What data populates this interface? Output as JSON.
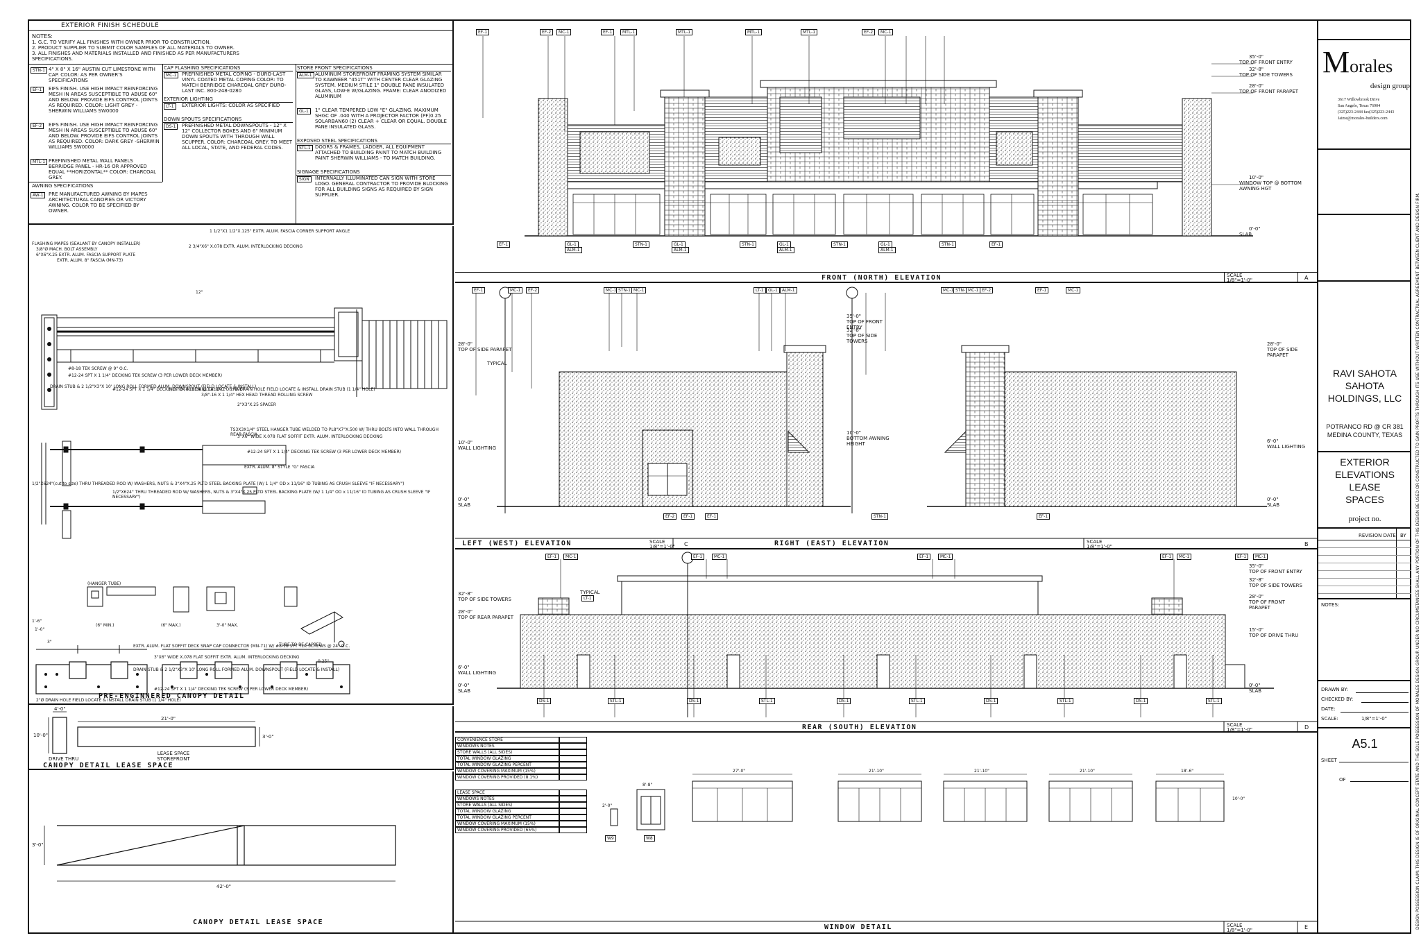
{
  "schedule": {
    "title": "EXTERIOR FINISH SCHEDULE",
    "notes_label": "NOTES:",
    "notes": [
      "1.  G.C. TO VERIFY ALL FINISHES WITH OWNER PRIOR TO CONSTRUCTION.",
      "2.  PRODUCT SUPPLIER TO SUBMIT COLOR SAMPLES OF ALL MATERIALS TO OWNER.",
      "3.  ALL FINISHES AND MATERIALS INSTALLED AND FINISHED AS PER MANUFACTURERS SPECIFICATIONS."
    ],
    "left_items": [
      {
        "code": "STN-1",
        "text": "4\" X 8\" X 16\" AUSTIN CUT LIMESTONE WITH CAP. COLOR: AS PER OWNER'S SPECIFICATIONS"
      },
      {
        "code": "EF-1",
        "text": "EIFS FINISH. USE HIGH IMPACT REINFORCING MESH IN AREAS SUSCEPTIBLE TO ABUSE 60\" AND BELOW. PROVIDE EIFS CONTROL JOINTS AS REQUIRED. COLOR: LIGHT GREY -SHERWIN WILLIAMS SW0000"
      },
      {
        "code": "EF-2",
        "text": "EIFS FINISH. USE HIGH IMPACT REINFORCING MESH IN AREAS SUSCEPTIBLE TO ABUSE 60\" AND BELOW. PROVIDE EIFS CONTROL JOINTS AS REQUIRED. COLOR: DARK GREY -SHERWIN WILLIAMS SW0000"
      },
      {
        "code": "MTL-1",
        "text": "PREFINISHED METAL WALL PANELS BERRIDGE PANEL - HR-16 OR APPROVED EQUAL **HORIZONTAL** COLOR: CHARCOAL GREY."
      }
    ],
    "awning_header": "AWNING SPECIFICATIONS",
    "awning_items": [
      {
        "code": "AW-1",
        "text": "PRE MANUFACTURED AWNING BY MAPES ARCHITECTURAL CANOPIES OR VICTORY AWNING. COLOR TO BE SPECIFIED BY OWNER."
      }
    ],
    "cap_header": "CAP FLASHING SPECIFICATIONS",
    "cap_items": [
      {
        "code": "MC-1",
        "text": "PREFINISHED METAL COPING - DURO-LAST VINYL COATED METAL COPING COLOR: TO MATCH BERRIDGE CHARCOAL GREY DURO-LAST INC. 800-248-0280"
      }
    ],
    "lighting_header": "EXTERIOR LIGHTING",
    "lighting_items": [
      {
        "code": "LT-1",
        "text": "EXTERIOR LIGHTS: COLOR AS SPECIFIED"
      }
    ],
    "downspout_header": "DOWN SPOUTS SPECIFICATIONS",
    "downspout_items": [
      {
        "code": "DS-1",
        "text": "PREFINISHED METAL DOWNSPOUTS - 12\" X 12\" COLLECTOR BOXES AND 6\" MINIMUM DOWN SPOUTS WITH THROUGH WALL SCUPPER. COLOR: CHARCOAL GREY. TO MEET ALL LOCAL, STATE, AND FEDERAL CODES."
      }
    ],
    "storefront_header": "STORE FRONT SPECIFICATIONS",
    "storefront_items": [
      {
        "code": "ALM-1",
        "text": "ALUMINUM STOREFRONT FRAMING SYSTEM SIMILAR TO KAWNEER \"451T\" WITH CENTER CLEAR GLAZING SYSTEM. MEDIUM STILE 1\" DOUBLE PANE INSULATED GLASS, LOW-E W/GLAZING. FRAME: CLEAR ANODIZED ALUMINUM"
      },
      {
        "code": "GL-1",
        "text": "1\" CLEAR TEMPERED LOW \"E\" GLAZING. MAXIMUM SHGC OF .040 WITH A PROJECTOR FACTOR (PF)0.25 SOLARBAN60 (2) CLEAR + CLEAR OR EQUAL. DOUBLE PANE INSULATED GLASS."
      }
    ],
    "steel_header": "EXPOSED STEEL SPECIFICATIONS",
    "steel_items": [
      {
        "code": "STL-1",
        "text": "DOORS & FRAMES, LADDER, ALL EQUIPMENT ATTACHED TO BUILDING PAINT TO MATCH BUILDING PAINT SHERWIN WILLIAMS - TO MATCH BUILDING."
      }
    ],
    "signage_header": "SIGNAGE SPECIFICATIONS",
    "signage_items": [
      {
        "code": "SIGN",
        "text": "INTERNALLY ILLUMINATED CAN SIGN WITH STORE LOGO. GENERAL CONTRACTOR TO PROVIDE BLOCKING FOR ALL BUILDING SIGNS AS REQUIRED BY SIGN SUPPLIER."
      }
    ]
  },
  "canopy_detail": {
    "title": "PRE-ENGINNERED CANOPY DETAIL",
    "callouts": [
      "FLASHING MAPES (SEALANT BY CANOPY INSTALLER)",
      "3/8\"Ø MACH. BOLT ASSEMBLY",
      "6\"X6\"X.25 EXTR. ALUM. FASCIA SUPPORT PLATE",
      "EXTR. ALUM. 8\" FASCIA (MN-73)",
      "1 1/2\"X1 1/2\"X.125\" EXTR. ALUM. FASCIA CORNER SUPPORT ANGLE",
      "2 3/4\"X6\" X.078 EXTR. ALUM. INTERLOCKING DECKING",
      "#8-18 TEK SCREW @ 9\" O.C.",
      "#12-24 SPT X 1 1/4\" DECKING TEK SCREW (3 PER LOWER DECK MEMBER)",
      "DRAIN STUB & 2 1/2\"X3\"X 10' LONG ROLL FORMED ALUM. DOWNSPOUT (FIELD LOCATE & INSTALL)",
      "#12-24 SPT X 1 1/4\" DECKING TEK SCREW @ 12\" O.C.",
      "3/16\"Ø (#11 DRILL) ALUM POP RIVET",
      "2\"Ø DRAIN HOLE FIELD LOCATE & INSTALL DRAIN STUB (1 1/4\" HOLE)",
      "3/8\"-16 X 1 1/4\" HEX HEAD THREAD ROLLING SCREW",
      "2\"X3\"X.25 SPACER",
      "TS3X3X1/4\" STEEL HANGER TUBE WELDED TO PL8\"X7\"X.500 W/ THRU BOLTS INTO WALL THROUGH REAR FASCIA",
      "3\"X6\" WIDE X.078 FLAT SOFFIT EXTR. ALUM. INTERLOCKING DECKING",
      "#12-24 SPT X 1 1/4\" DECKING TEK SCREW (3 PER LOWER DECK MEMBER)",
      "EXTR. ALUM. 8\" STYLE \"G\" FASCIA",
      "1/2\"X624\"(cut to size) THRU THREADED ROD W/ WASHERS, NUTS & 3\"X4\"X.25 PLTD STEEL BACKING PLATE (W/ 1 1/4\" OD x 11/16\" ID TUBING AS CRUSH SLEEVE \"IF NECESSARY\")",
      "1/2\"X624\" THRU THREADED ROD W/ WASHERS, NUTS & 3\"X4\"X.25 PLTD STEEL BACKING PLATE (W/ 1 1/4\" OD x 11/16\" ID TUBING AS CRUSH SLEEVE \"IF NECESSARY\")",
      "(HANGER TUBE)",
      "TUBE TO BE CAPPED",
      "EXTR. ALUM. FLAT SOFFIT DECK SNAP CAP CONNECTOR (MN-71) W/ #8-18 SPT TEK SCREWS @ 24\" O.C.",
      "DRAIN STUB & 2 1/2\"X3\"X 10' LONG ROLL FORMED ALUM. DOWNSPOUT (FIELD LOCATE & INSTALL)",
      "3\"X6\" WIDE X.078 FLAT SOFFIT EXTR. ALUM. INTERLOCKING DECKING",
      "#12-24 SPT X 1 1/4\" DECKING TEK SCREW (3 PER LOWER DECK MEMBER)",
      "2\"Ø DRAIN HOLE FIELD LOCATE & INSTALL DRAIN STUB (1 1/4\" HOLE)"
    ],
    "dims": [
      "1'-0\"",
      "(6\" MIN.)",
      "(6\" MAX.)",
      "3'-0\" MAX.",
      "3\"",
      "12\"",
      "1'-6\"",
      "0.25\""
    ]
  },
  "canopy_lease_1": {
    "title": "CANOPY DETAIL LEASE SPACE",
    "dims": [
      "4'-0\"",
      "21'-0\"",
      "10'-0\"",
      "3'-0\""
    ],
    "labels": [
      "DRIVE THRU",
      "LEASE SPACE STOREFRONT"
    ]
  },
  "canopy_lease_2": {
    "title": "CANOPY DETAIL LEASE SPACE",
    "dims": [
      "42'-0\"",
      "3'-0\""
    ]
  },
  "front": {
    "title": "FRONT (NORTH) ELEVATION",
    "scale_label": "SCALE",
    "scale": "1/8\"=1'-0\"",
    "letter": "A",
    "levels": [
      {
        "elev": "35'-0\"",
        "text": "TOP OF FRONT ENTRY"
      },
      {
        "elev": "32'-8\"",
        "text": "TOP OF SIDE TOWERS"
      },
      {
        "elev": "28'-0\"",
        "text": "TOP OF FRONT PARAPET"
      },
      {
        "elev": "10'-0\"",
        "text": "WINDOW TOP @ BOTTOM AWNING HGT"
      },
      {
        "elev": "0'-0\"",
        "text": "SLAB"
      }
    ],
    "top_tags": [
      "EF-1",
      "EF-2",
      "MC-1",
      "EF-1",
      "MTL-1",
      "MTL-1",
      "MTL-1",
      "MTL-1",
      "EF-2",
      "MC-1"
    ],
    "bottom_tags": [
      "EF-1",
      "GL-1",
      "ALM-1",
      "STN-1",
      "GL-1",
      "ALM-1",
      "STN-1",
      "GL-1",
      "ALM-1",
      "STN-1",
      "GL-1",
      "ALM-1",
      "STN-1",
      "EF-1"
    ]
  },
  "left": {
    "title": "LEFT (WEST) ELEVATION",
    "scale_label": "SCALE",
    "scale": "1/8\"=1'-0\"",
    "letter": "C",
    "levels": [
      {
        "elev": "28'-0\"",
        "text": "TOP OF SIDE PARAPET"
      },
      {
        "elev": "10'-0\"",
        "text": "WALL LIGHTING"
      },
      {
        "elev": "0'-0\"",
        "text": "SLAB"
      }
    ],
    "tags": [
      "EF-1",
      "MC-1",
      "EF-2",
      "MC-1",
      "STN-1",
      "MC-1",
      "LT-1",
      "GL-1",
      "ALM-1",
      "EF-2",
      "EF-1",
      "EF-1"
    ],
    "typical": "TYPICAL"
  },
  "right": {
    "title": "RIGHT (EAST) ELEVATION",
    "scale_label": "SCALE",
    "scale": "1/8\"=1'-0\"",
    "letter": "B",
    "levels": [
      {
        "elev": "35'-0\"",
        "text": "TOP OF FRONT ENTRY"
      },
      {
        "elev": "32'-8\"",
        "text": "TOP OF SIDE TOWERS"
      },
      {
        "elev": "28'-0\"",
        "text": "TOP OF SIDE PARAPET"
      },
      {
        "elev": "10'-0\"",
        "text": "BOTTOM AWNING HEIGHT"
      },
      {
        "elev": "6'-0\"",
        "text": "WALL LIGHTING"
      },
      {
        "elev": "0'-0\"",
        "text": "SLAB"
      }
    ],
    "tags": [
      "MC-1",
      "STN-1",
      "MC-1",
      "EF-2",
      "EF-1",
      "MC-1",
      "STN-1",
      "EF-1"
    ]
  },
  "rear": {
    "title": "REAR (SOUTH) ELEVATION",
    "scale_label": "SCALE",
    "scale": "1/8\"=1'-0\"",
    "letter": "D",
    "levels_left": [
      {
        "elev": "32'-8\"",
        "text": "TOP OF SIDE TOWERS"
      },
      {
        "elev": "28'-0\"",
        "text": "TOP OF REAR PARAPET"
      },
      {
        "elev": "6'-0\"",
        "text": "WALL LIGHTING"
      },
      {
        "elev": "0'-0\"",
        "text": "SLAB"
      }
    ],
    "levels_right": [
      {
        "elev": "35'-0\"",
        "text": "TOP OF FRONT ENTRY"
      },
      {
        "elev": "32'-8\"",
        "text": "TOP OF SIDE TOWERS"
      },
      {
        "elev": "28'-0\"",
        "text": "TOP OF FRONT PARAPET"
      },
      {
        "elev": "15'-0\"",
        "text": "TOP OF DRIVE THRU"
      },
      {
        "elev": "0'-0\"",
        "text": "SLAB"
      }
    ],
    "top_tags": [
      "EF-1",
      "MC-1",
      "EF-1",
      "MC-1",
      "EF-1",
      "MC-1",
      "EF-1",
      "MC-1",
      "EF-1",
      "MC-1"
    ],
    "bottom_tags": [
      "DS-1",
      "STL-1",
      "DS-1",
      "STL-1",
      "DS-1",
      "STL-1",
      "DS-1",
      "STL-1",
      "DS-1",
      "STL-1"
    ],
    "typical": "TYPICAL",
    "typical_tag": "LT-1"
  },
  "window_detail": {
    "title": "WINDOW DETAIL",
    "scale_label": "SCALE",
    "scale": "1/8\"=1'-0\"",
    "letter": "E",
    "tables": [
      {
        "rows": [
          "CONVENIENCE STORE",
          "WINDOWS NOTES",
          "STORE WALLS (ALL SIDES)",
          "TOTAL WINDOW GLAZING",
          "TOTAL WINDOW GLAZING PERCENT",
          "WINDOW COVERING MAXIMUM (15%)",
          "WINDOW COVERING PROVIDED (8.1%)"
        ]
      },
      {
        "rows": [
          "LEASE SPACE",
          "WINDOWS NOTES",
          "STORE WALLS (ALL SIDES)",
          "TOTAL WINDOW GLAZING",
          "TOTAL WINDOW GLAZING PERCENT",
          "WINDOW COVERING MAXIMUM (15%)",
          "WINDOW COVERING PROVIDED (65%)"
        ]
      }
    ],
    "types": [
      "W9",
      "W8"
    ],
    "dims": [
      "27'-0\"",
      "21'-10\"",
      "21'-10\"",
      "21'-10\"",
      "18'-6\"",
      "2'-0\"",
      "8'-8\"",
      "10'-0\""
    ]
  },
  "title_block": {
    "firm_logo_letter": "M",
    "firm_logo_rest": "orales",
    "firm_sub": "design group",
    "firm_addr": [
      "3617 Willowbrook Drive",
      "San Angelo, Texas 76904",
      "(325)223-2444     fax(325)223-2443",
      "Jaime@morales-builders.com"
    ],
    "client": [
      "RAVI SAHOTA",
      "SAHOTA",
      "HOLDINGS, LLC"
    ],
    "location": [
      "POTRANCO RD @ CR 381",
      "MEDINA COUNTY, TEXAS"
    ],
    "sheet_title": [
      "EXTERIOR",
      "ELEVATIONS",
      "LEASE",
      "SPACES"
    ],
    "project_no": "project no.",
    "revision_header": "REVISION DATE",
    "revision_by": "BY",
    "notes": "NOTES:",
    "drawn_by": "DRAWN BY:",
    "checked_by": "CHECKED BY:",
    "date": "DATE:",
    "scale_label": "SCALE:",
    "scale": "1/8\"=1'-0\"",
    "sheet_no": "A5.1",
    "sheet_label": "SHEET",
    "of_label": "OF"
  },
  "copyright": "DESIGN POSSESSION CLAIM: THIS DESIGN IS OF ORIGINAL CONCEPT STATE AND THE SOLE POSSESSION OF MORALES DESIGN GROUP. UNDER NO CIRCUMSTANCES SHALL ANY PORTION OF THIS DESIGN BE USED OR CONSTRUCTED TO GAIN PROFITS THROUGH ITS USE WITHOUT WRITTEN CONTRACTUAL AGREEMENT BETWEEN CLIENT AND DESIGN FIRM."
}
